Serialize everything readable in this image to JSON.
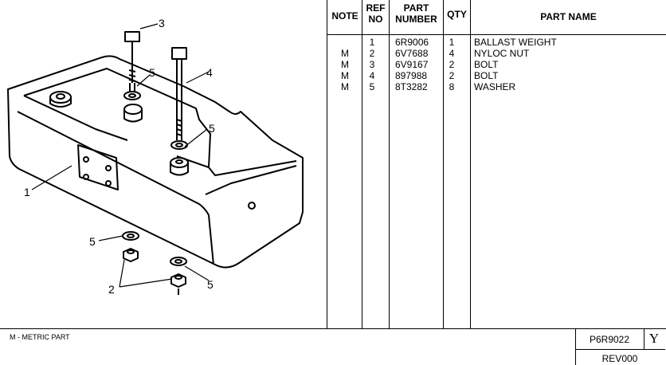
{
  "diagram": {
    "callouts": [
      "1",
      "2",
      "3",
      "4",
      "5",
      "5",
      "5",
      "5"
    ]
  },
  "table": {
    "headers": {
      "note": "NOTE",
      "ref_line1": "REF",
      "ref_line2": "NO",
      "part_line1": "PART",
      "part_line2": "NUMBER",
      "qty": "QTY",
      "name": "PART NAME"
    },
    "rows": [
      {
        "note": "",
        "ref": "1",
        "part": "6R9006",
        "qty": "1",
        "name": "BALLAST WEIGHT"
      },
      {
        "note": "M",
        "ref": "2",
        "part": "6V7688",
        "qty": "4",
        "name": "NYLOC NUT"
      },
      {
        "note": "M",
        "ref": "3",
        "part": "6V9167",
        "qty": "2",
        "name": "BOLT"
      },
      {
        "note": "M",
        "ref": "4",
        "part": "897988",
        "qty": "2",
        "name": "BOLT"
      },
      {
        "note": "M",
        "ref": "5",
        "part": "8T3282",
        "qty": "8",
        "name": "WASHER"
      }
    ]
  },
  "footer": {
    "footnote": "M - METRIC PART",
    "doc_number": "P6R9022",
    "revision_letter": "Y",
    "revision": "REV000"
  }
}
